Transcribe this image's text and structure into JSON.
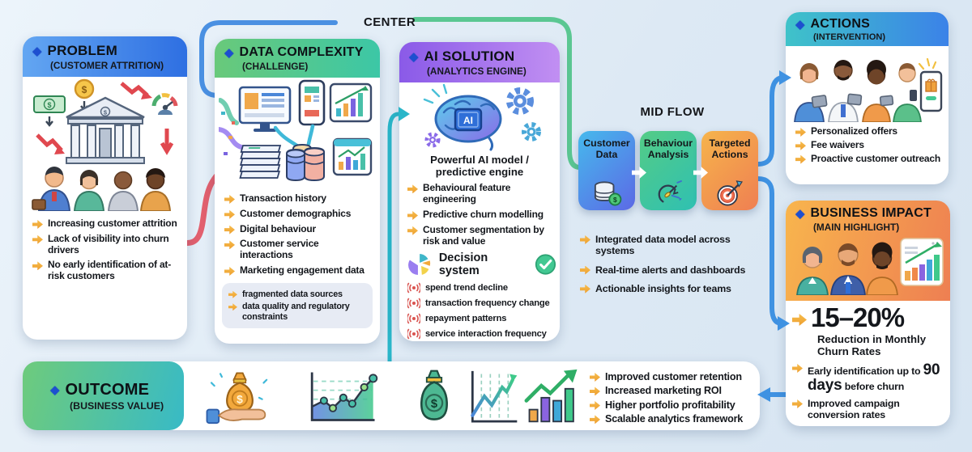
{
  "labels": {
    "center": "CENTER",
    "mid_flow": "MID FLOW"
  },
  "icons": {
    "diamond": "◆",
    "pointing_hand": "☛",
    "check": "✓",
    "signal": "((•))",
    "flow_arrow": "→",
    "ai_chip": "AI"
  },
  "colors": {
    "background": "#dfeaf5",
    "problem_header": "#2e6fe2",
    "data_complexity_header": "#3cc7a6",
    "ai_header": "#8a5ae8",
    "actions_header": "#3b82e8",
    "impact_header": "#ee7f52",
    "outcome_header": "#38bac6",
    "flow_customer_data": "#5c69e6",
    "flow_behaviour": "#2fc0b2",
    "flow_targeted": "#ef7f52",
    "connector_blue": "#3f92e2",
    "connector_teal": "#2ab6c9",
    "connector_green": "#5bc792",
    "connector_red": "#e2606e",
    "bullet_hand": "#f2a93b",
    "signal_red": "#d9534f",
    "diamond_blue": "#1d4fd0",
    "check_green": "#42c892"
  },
  "problem": {
    "title": "PROBLEM",
    "subtitle": "(CUSTOMER ATTRITION)",
    "bullets": [
      "Increasing customer attrition",
      "Lack of visibility into churn drivers",
      "No early identification of at-risk customers"
    ]
  },
  "data_complexity": {
    "title": "DATA COMPLEXITY",
    "subtitle": "(CHALLENGE)",
    "bullets": [
      "Transaction history",
      "Customer demographics",
      "Digital behaviour",
      "Customer service interactions",
      "Marketing engagement data"
    ],
    "constraints": [
      "fragmented data sources",
      "data quality and regulatory constraints"
    ]
  },
  "ai_solution": {
    "title": "AI SOLUTION",
    "subtitle": "(ANALYTICS ENGINE)",
    "chip_label": "AI",
    "caption": "Powerful AI model / predictive engine",
    "bullets": [
      "Behavioural feature engineering",
      "Predictive churn modelling",
      "Customer segmentation by risk and value"
    ],
    "decision_label": "Decision system",
    "signals": [
      "spend trend decline",
      "transaction frequency change",
      "repayment patterns",
      "service interaction frequency"
    ]
  },
  "mid_flow": {
    "steps": [
      "Customer Data",
      "Behaviour Analysis",
      "Targeted Actions"
    ],
    "bullets": [
      "Integrated data model across systems",
      "Real-time alerts and dashboards",
      "Actionable insights for teams"
    ]
  },
  "actions": {
    "title": "ACTIONS",
    "subtitle": "(INTERVENTION)",
    "bullets": [
      "Personalized offers",
      "Fee waivers",
      "Proactive customer outreach"
    ]
  },
  "business_impact": {
    "title": "BUSINESS IMPACT",
    "subtitle": "(MAIN HIGHLIGHT)",
    "stat_value": "15–20%",
    "stat_caption": "Reduction in Monthly Churn Rates",
    "early_prefix": "Early identification up to ",
    "early_big": "90 days",
    "early_suffix": " before churn",
    "bullet_last": "Improved campaign conversion rates"
  },
  "outcome": {
    "title": "OUTCOME",
    "subtitle": "(BUSINESS VALUE)",
    "bullets": [
      "Improved customer retention",
      "Increased marketing ROI",
      "Higher portfolio profitability",
      "Scalable analytics framework"
    ]
  }
}
